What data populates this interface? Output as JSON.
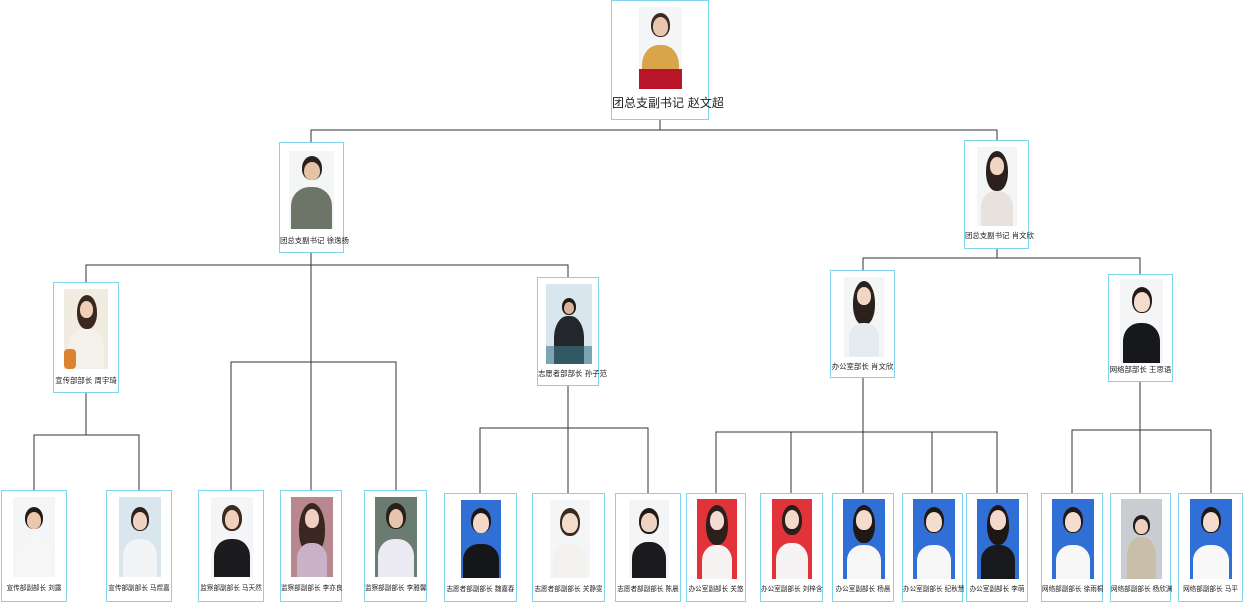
{
  "nodes": {
    "root": {
      "label": "团总支副书记  赵文超"
    },
    "l1_left": {
      "label": "团总支副书记  徐逸扬"
    },
    "l1_right": {
      "label": "团总支副书记  肖文欣"
    },
    "l2_xc": {
      "label": "宣传部部长  周宇琦"
    },
    "l2_zy": {
      "label": "志愿者部部长  孙子范"
    },
    "l2_bg": {
      "label": "办公室部长  肖文欣"
    },
    "l2_wl": {
      "label": "网络部部长  王思语"
    },
    "l3_1": {
      "label": "宣传部副部长  刘露"
    },
    "l3_2": {
      "label": "宣传部副部长  马煜嘉"
    },
    "l3_3": {
      "label": "监察部副部长  马天然"
    },
    "l3_4": {
      "label": "监察部副部长  李亦良"
    },
    "l3_5": {
      "label": "监察部副部长  李雅馨"
    },
    "l3_6": {
      "label": "志愿者部副部长  魏嘉春"
    },
    "l3_7": {
      "label": "志愿者部副部长  关静雯"
    },
    "l3_8": {
      "label": "志愿者部副部长  陈晨"
    },
    "l3_9": {
      "label": "办公室副部长  关悠"
    },
    "l3_10": {
      "label": "办公室副部长  刘梓含"
    },
    "l3_11": {
      "label": "办公室副部长  杨晨"
    },
    "l3_12": {
      "label": "办公室副部长  纪秋慧"
    },
    "l3_13": {
      "label": "办公室副部长  李萌"
    },
    "l3_14": {
      "label": "网络部副部长  徐雨桐"
    },
    "l3_15": {
      "label": "网络部副部长  杨欣渊"
    },
    "l3_16": {
      "label": "网络部副部长  马平"
    }
  },
  "colors": {
    "card_border": "#7fd6ec",
    "connector": "#333333"
  }
}
